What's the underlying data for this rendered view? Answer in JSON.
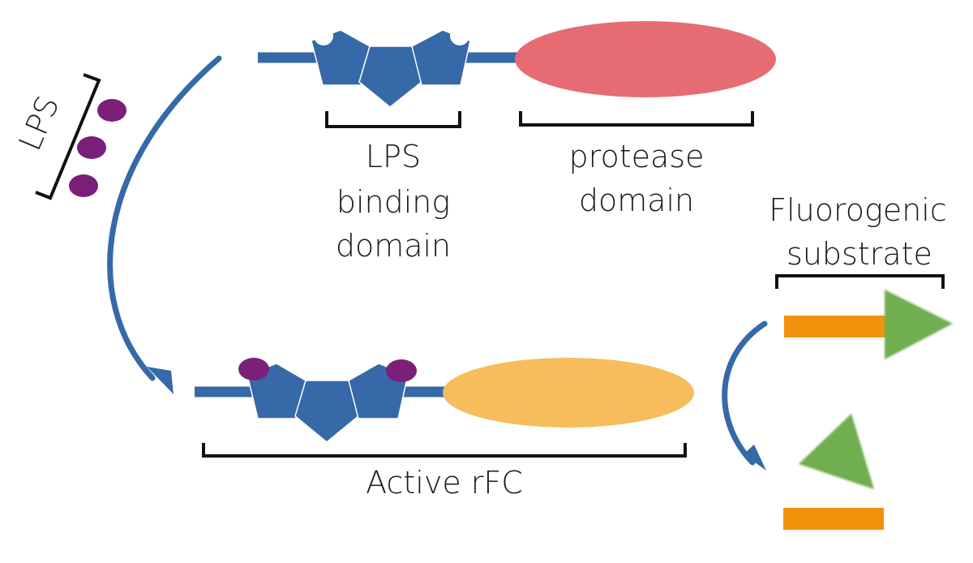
{
  "labels": {
    "lps": "LPS",
    "binding_line1": "LPS",
    "binding_line2": "binding",
    "binding_line3": "domain",
    "protease_line1": "protease",
    "protease_line2": "domain",
    "fluoro_line1": "Fluorogenic",
    "fluoro_line2": "substrate",
    "active": "Active rFC"
  },
  "colors": {
    "protein_blue": "#3669a8",
    "protease_inactive": "#e66c74",
    "protease_active": "#f7bc5c",
    "lps_purple": "#7b1f78",
    "substrate_orange": "#f0930c",
    "fluorophore_green": "#6fae4f"
  }
}
